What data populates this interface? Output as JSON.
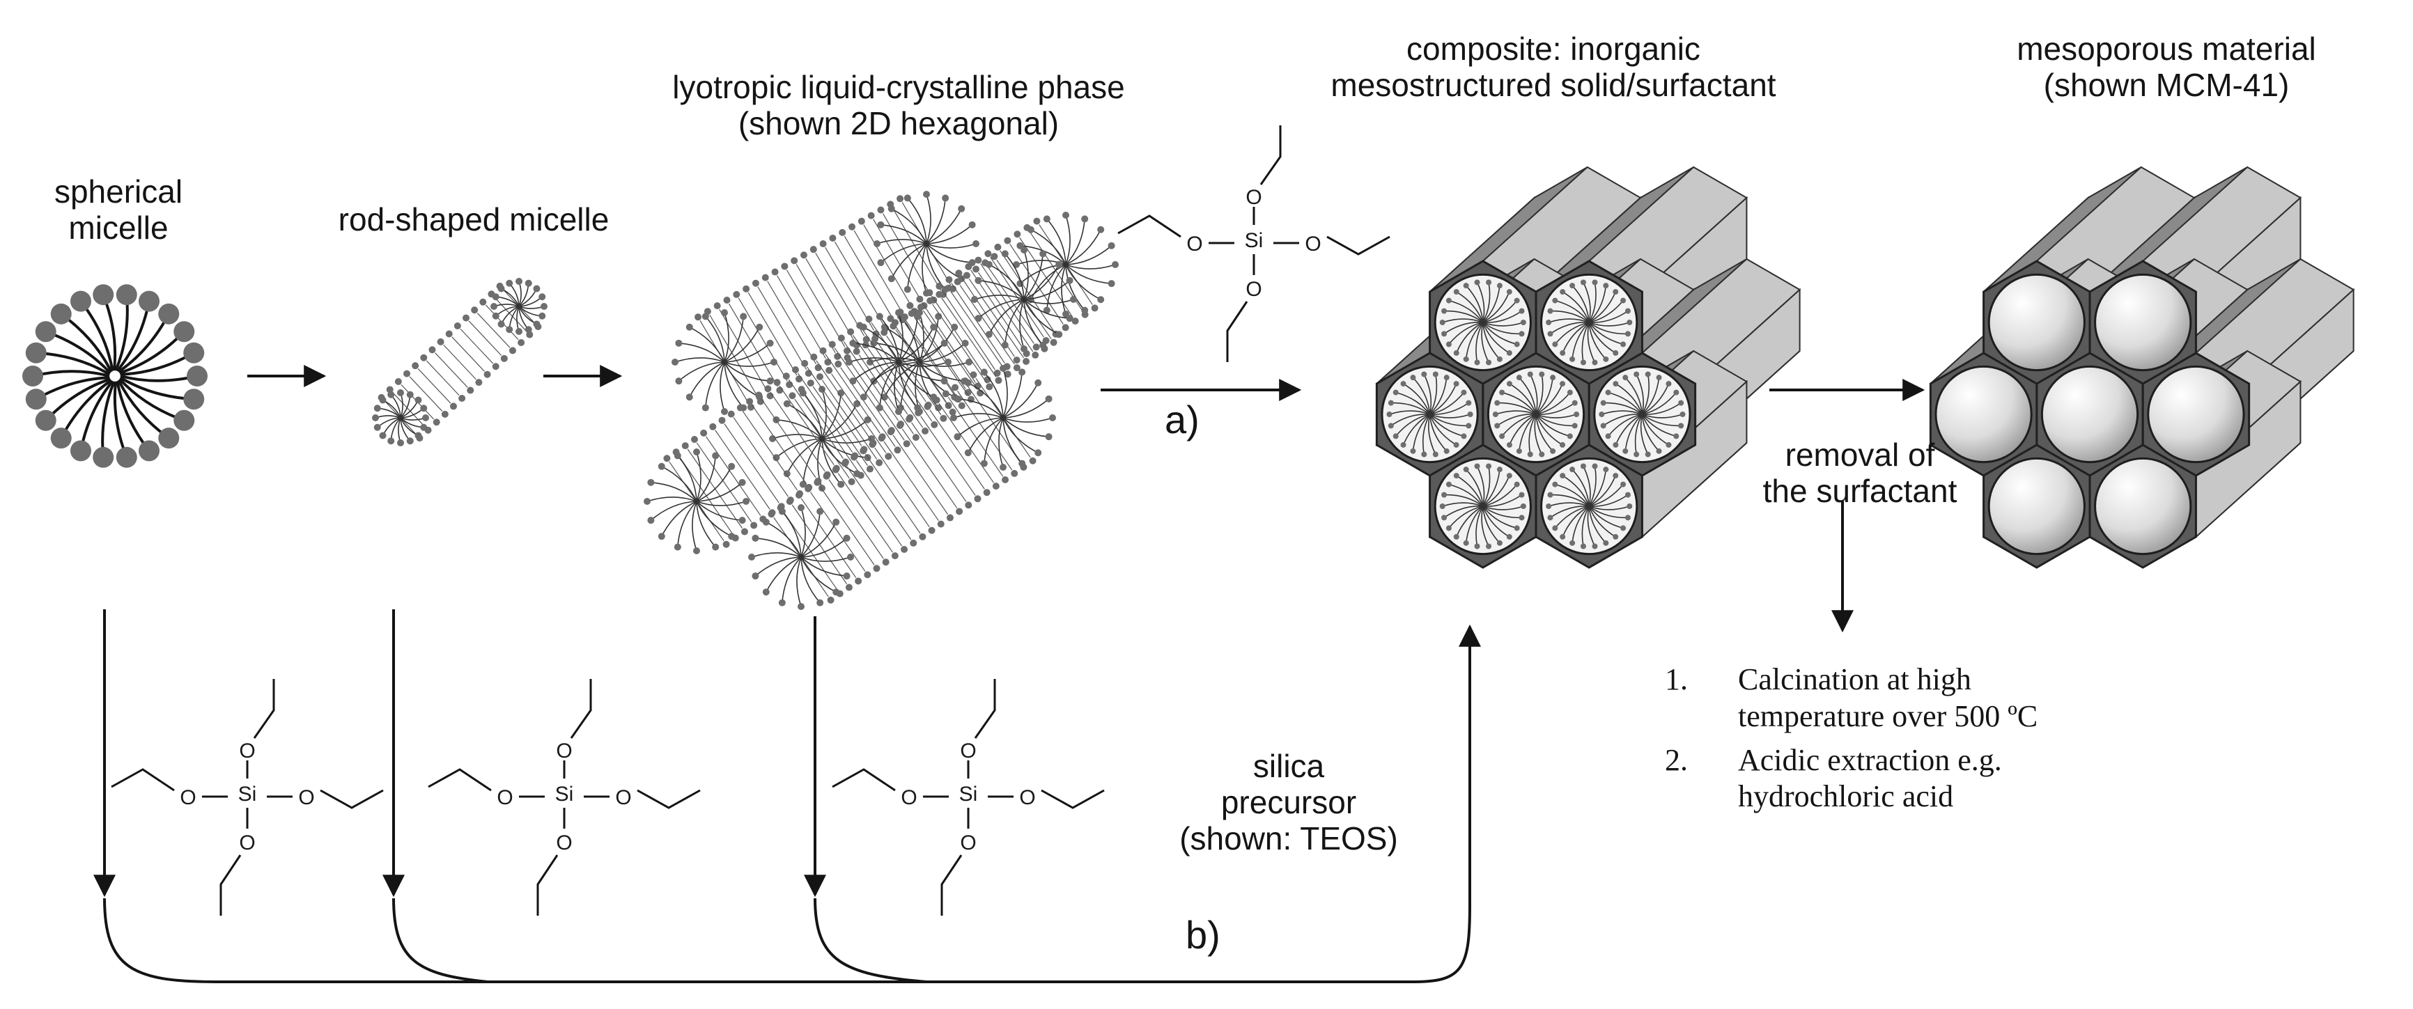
{
  "labels": {
    "spherical_micelle": [
      "spherical",
      "micelle"
    ],
    "rod_shaped_micelle": "rod-shaped micelle",
    "lc_phase": [
      "lyotropic liquid-crystalline phase",
      "(shown 2D hexagonal)"
    ],
    "composite": [
      "composite: inorganic",
      "mesostructured solid/surfactant"
    ],
    "mesoporous": [
      "mesoporous material",
      "(shown MCM-41)"
    ],
    "removal": [
      "removal of",
      "the surfactant"
    ],
    "silica": [
      "silica",
      "precursor",
      "(shown: TEOS)"
    ],
    "route_a": "a)",
    "route_b": "b)"
  },
  "molecule": {
    "center": "Si",
    "ligand": "O"
  },
  "removal_steps": [
    {
      "num": "1.",
      "lines": [
        "Calcination at high",
        "temperature over 500 ºC"
      ]
    },
    {
      "num": "2.",
      "lines": [
        "Acidic extraction e.g.",
        "hydrochloric acid"
      ]
    }
  ],
  "colors": {
    "ink": "#141414",
    "head_group": "#6e6e6e",
    "tube_face": "#5a5a5a",
    "tube_side": "#8a8a8a",
    "tube_top": "#c8c8c8"
  }
}
